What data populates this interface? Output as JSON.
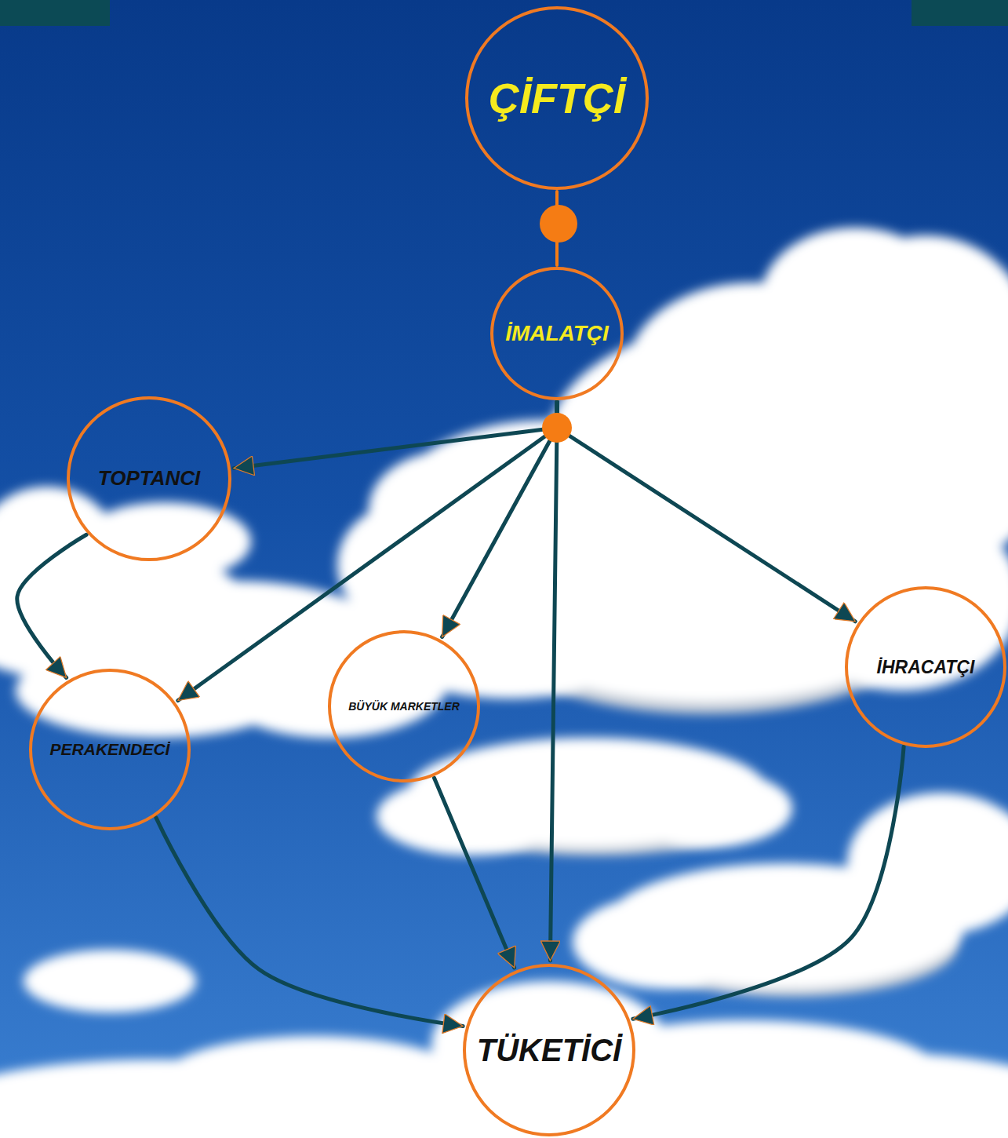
{
  "diagram": {
    "nodes": [
      {
        "text": [
          "ÇİFTÇİ"
        ]
      },
      {
        "text": [
          "İMALATÇI"
        ]
      },
      {
        "text": [
          "TOPTANCI"
        ]
      },
      {
        "text": [
          "PERAKENDECİ"
        ]
      },
      {
        "text": [
          "BÜYÜK MARKETLER"
        ]
      },
      {
        "text": [
          "İHRACATÇI"
        ]
      },
      {
        "text": [
          "TÜKETİCİ"
        ]
      }
    ],
    "edges": [
      {
        "from": 0,
        "to": 1,
        "arrow": "none"
      },
      {
        "from": 1,
        "to": 2,
        "arrow": "to"
      },
      {
        "from": 1,
        "to": 3,
        "arrow": "to"
      },
      {
        "from": 1,
        "to": 4,
        "arrow": "to"
      },
      {
        "from": 1,
        "to": 6,
        "arrow": "to"
      },
      {
        "from": 1,
        "to": 5,
        "arrow": "to"
      },
      {
        "from": 2,
        "to": 3,
        "arrow": "to"
      },
      {
        "from": 3,
        "to": 6,
        "arrow": "to"
      },
      {
        "from": 4,
        "to": 6,
        "arrow": "to"
      },
      {
        "from": 5,
        "to": 6,
        "arrow": "to"
      }
    ]
  }
}
